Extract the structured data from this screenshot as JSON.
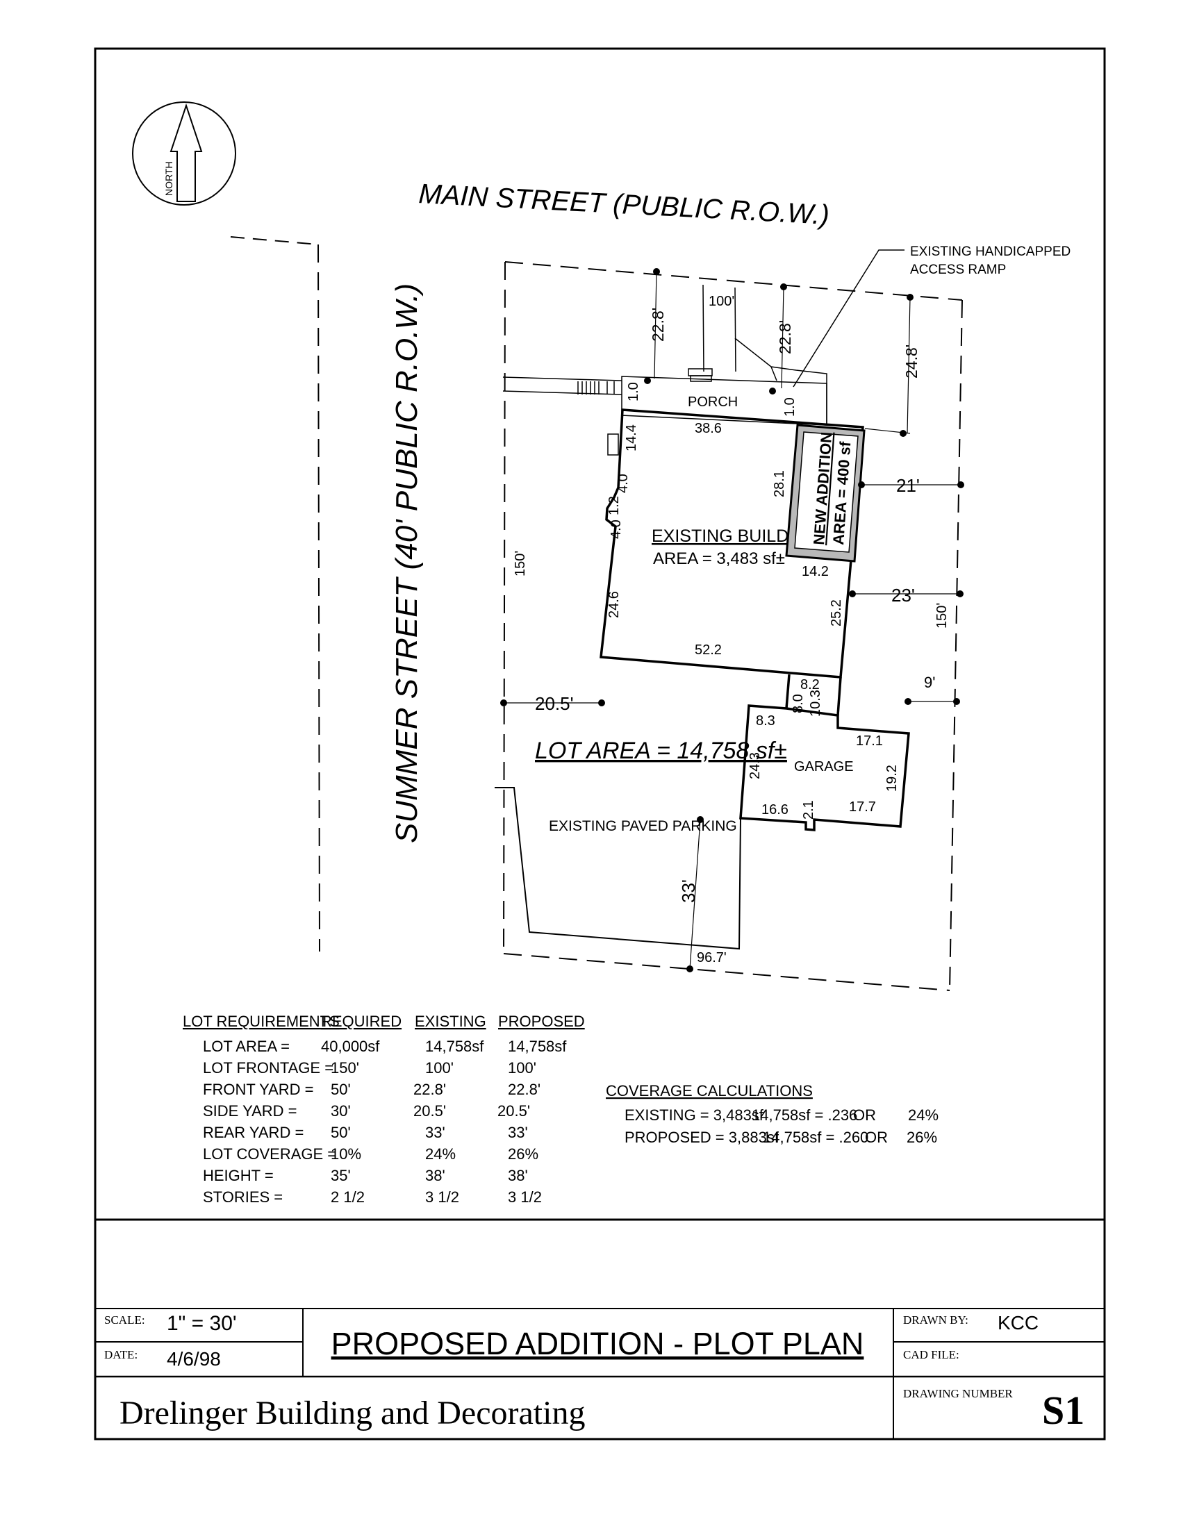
{
  "north_label": "NORTH",
  "streets": {
    "main": "MAIN STREET   (PUBLIC R.O.W.)",
    "summer": "SUMMER STREET   (40' PUBLIC R.O.W.)"
  },
  "callouts": {
    "ramp_line1": "EXISTING HANDICAPPED",
    "ramp_line2": "ACCESS RAMP",
    "porch": "PORCH",
    "existing_building_title": "EXISTING BUILDING",
    "existing_building_area": "AREA = 3,483 sf±",
    "new_addition_title": "NEW ADDITION",
    "new_addition_area": "AREA = 400 sf",
    "lot_area": "LOT AREA = 14,758 sf±",
    "garage": "GARAGE",
    "parking": "EXISTING PAVED PARKING"
  },
  "dimensions": {
    "frontage": "100'",
    "front_yard_left": "22.8'",
    "front_yard_mid": "22.8'",
    "front_yard_right": "24.8'",
    "porch_depth_left": "1.0",
    "porch_depth_right": "1.0",
    "bldg_top": "38.6",
    "bldg_left_a": "14.4",
    "bldg_left_b": "4.0",
    "bldg_left_c": "1.2",
    "bldg_left_d": "4.0",
    "bldg_left_e": "24.6",
    "bldg_right_a": "28.1",
    "bldg_right_b": "14.2",
    "bldg_right_c": "25.2",
    "bldg_bottom": "52.2",
    "side_left_lot": "150'",
    "side_right_lot": "150'",
    "addition_setback": "21'",
    "bldg_setback": "23'",
    "side_yard": "20.5'",
    "connector_w": "8.2",
    "connector_a": "8.0",
    "connector_b": "10.3",
    "garage_a": "8.3",
    "garage_b": "17.1",
    "garage_c": "24.3",
    "garage_d": "19.2",
    "garage_e": "16.6",
    "garage_f": "2.1",
    "garage_g": "17.7",
    "garage_setback": "9'",
    "rear_yard": "33'",
    "rear_width": "96.7'"
  },
  "lot_requirements": {
    "headers": [
      "LOT REQUIREMENTS",
      "REQUIRED",
      "EXISTING",
      "PROPOSED"
    ],
    "rows": [
      [
        "LOT AREA =",
        "40,000sf",
        "14,758sf",
        "14,758sf"
      ],
      [
        "LOT FRONTAGE =",
        "150'",
        "100'",
        "100'"
      ],
      [
        "FRONT YARD =",
        "50'",
        "22.8'",
        "22.8'"
      ],
      [
        "SIDE YARD =",
        "30'",
        "20.5'",
        "20.5'"
      ],
      [
        "REAR YARD =",
        "50'",
        "33'",
        "33'"
      ],
      [
        "LOT COVERAGE =",
        "10%",
        "24%",
        "26%"
      ],
      [
        "HEIGHT =",
        "35'",
        "38'",
        "38'"
      ],
      [
        "STORIES =",
        "2 1/2",
        "3 1/2",
        "3 1/2"
      ]
    ]
  },
  "coverage": {
    "title": "COVERAGE CALCULATIONS",
    "rows": [
      [
        "EXISTING = 3,483sf",
        "14,758sf = .236",
        "OR",
        "24%"
      ],
      [
        "PROPOSED = 3,883sf",
        "14,758sf = .260",
        "OR",
        "26%"
      ]
    ]
  },
  "title_block": {
    "scale_label": "SCALE:",
    "scale_value": "1\" = 30'",
    "date_label": "DATE:",
    "date_value": "4/6/98",
    "title": "PROPOSED ADDITION - PLOT PLAN",
    "drawn_by_label": "DRAWN BY:",
    "drawn_by_value": "KCC",
    "cad_file_label": "CAD FILE:",
    "company": "Drelinger Building and Decorating",
    "drawing_number_label": "DRAWING NUMBER",
    "drawing_number": "S1"
  }
}
